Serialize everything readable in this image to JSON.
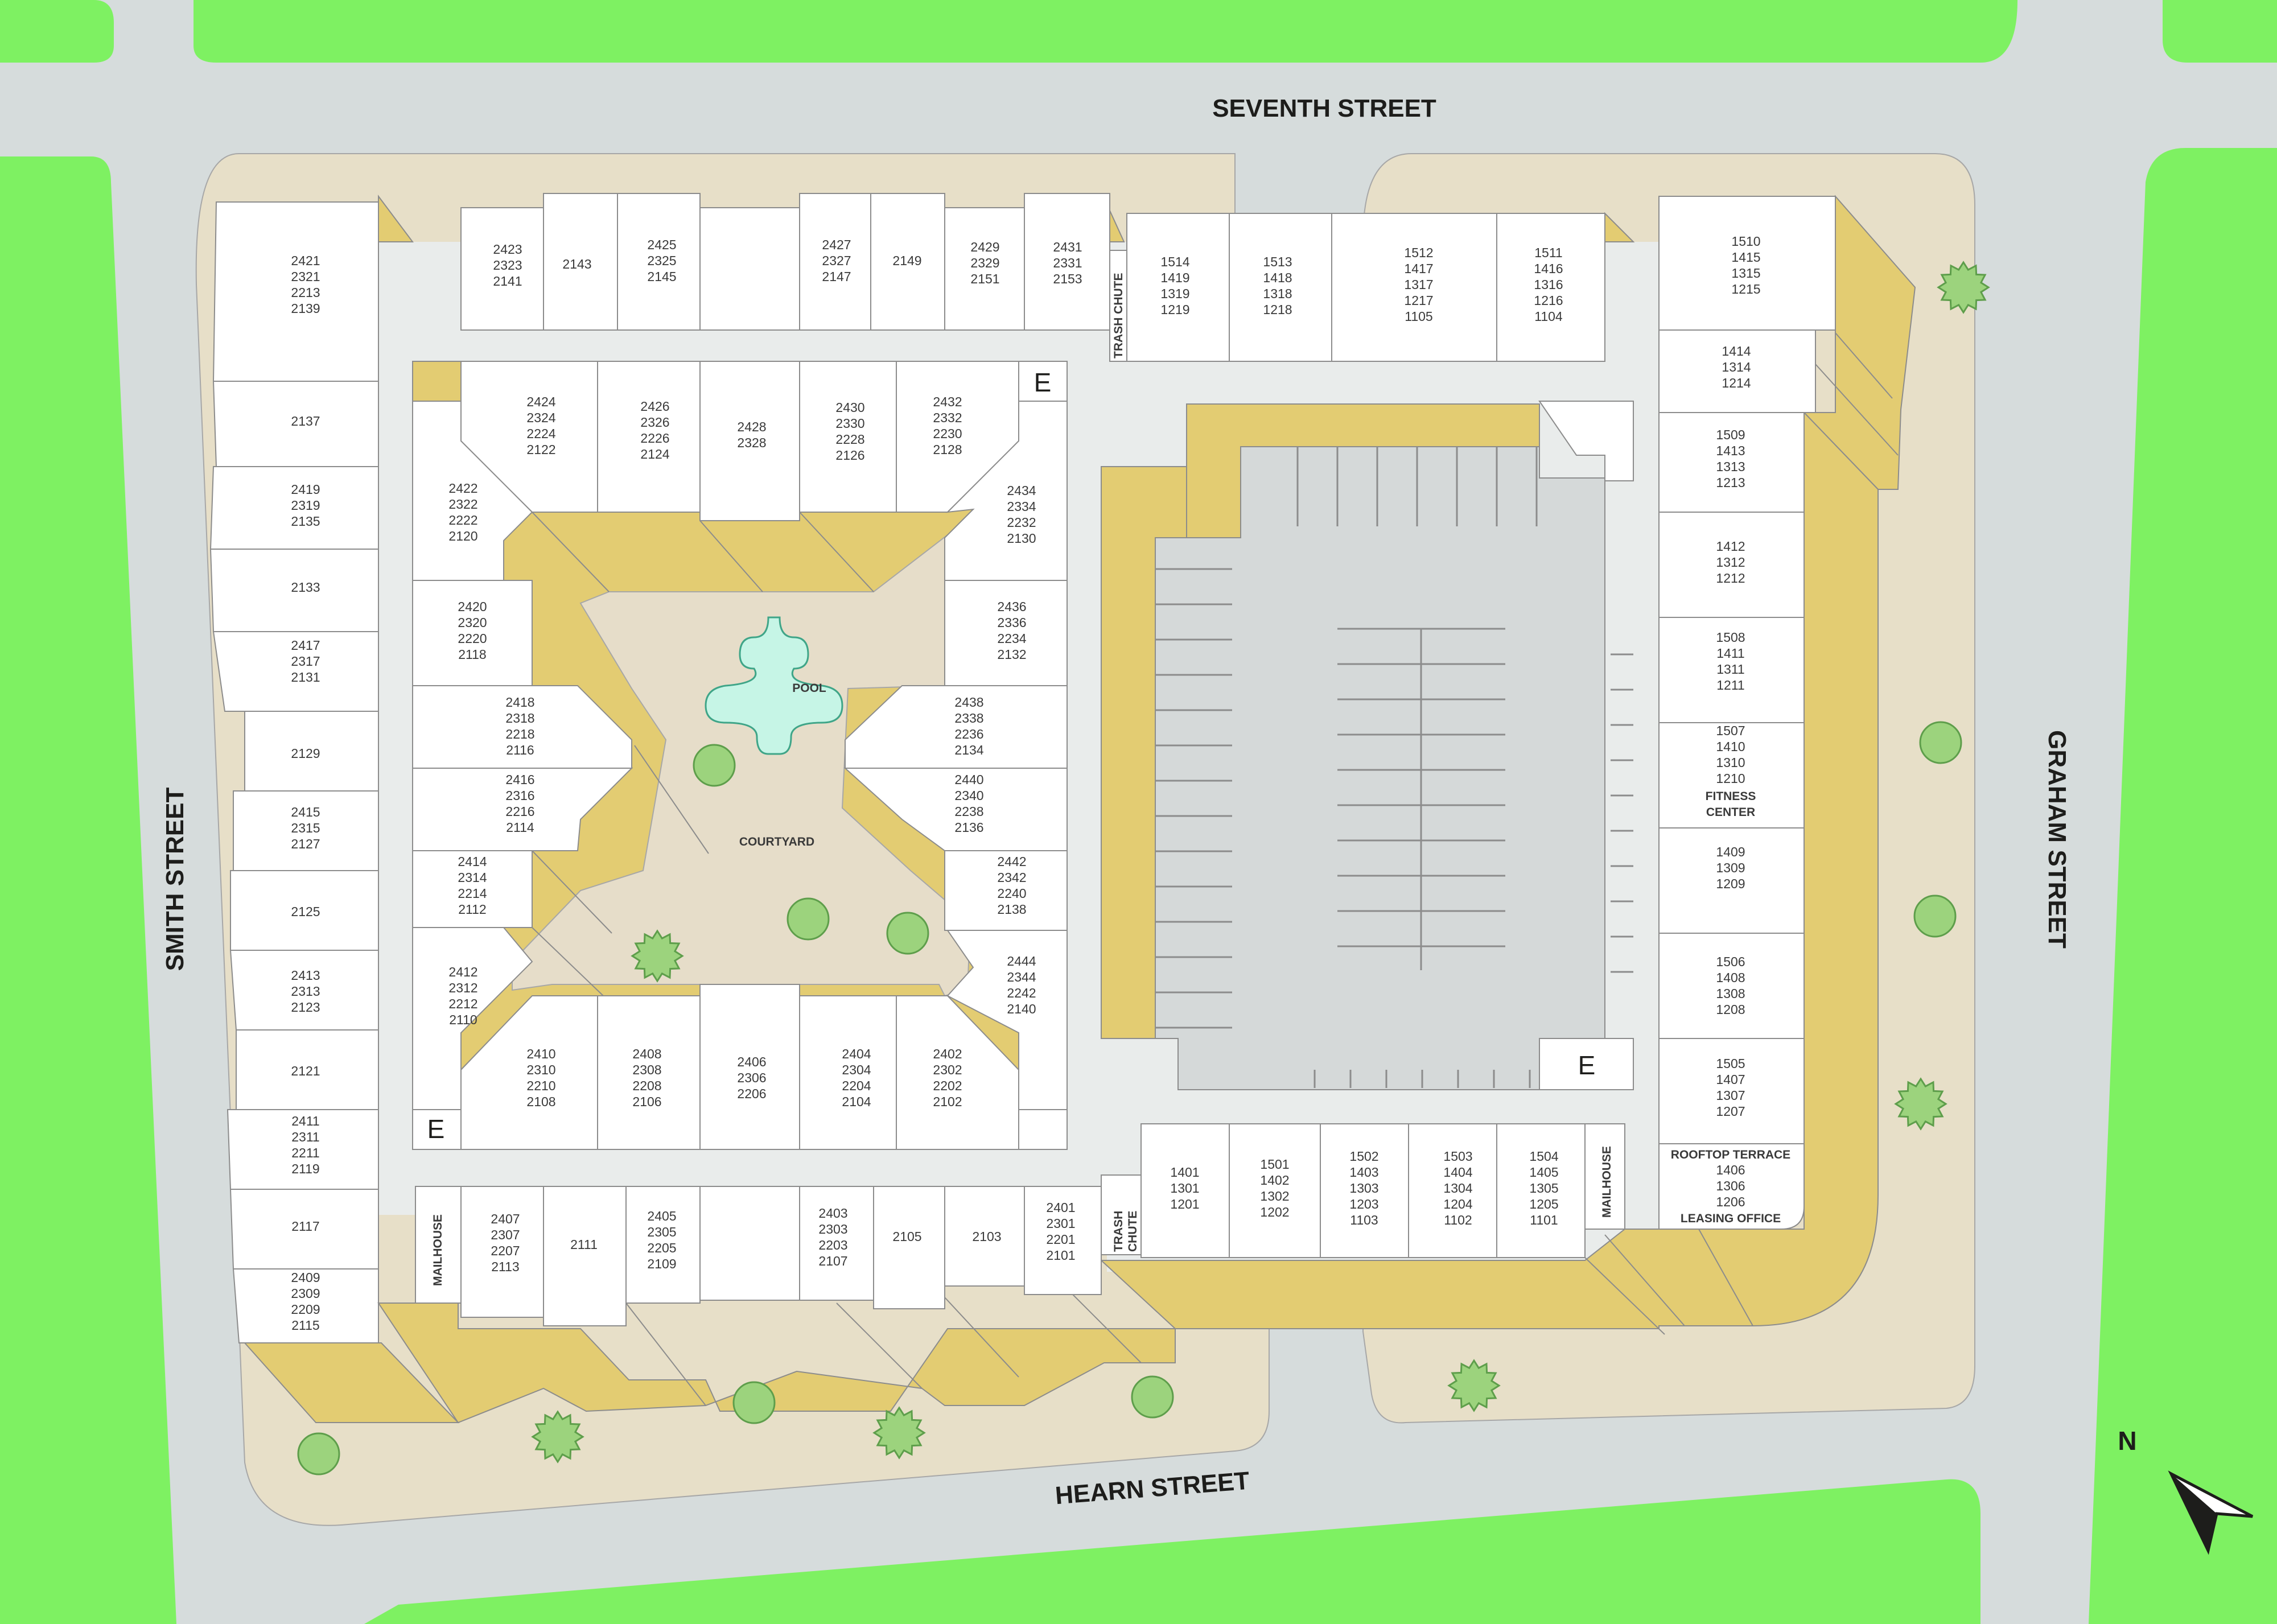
{
  "streets": {
    "seventh": "SEVENTH STREET",
    "smith": "SMITH STREET",
    "graham": "GRAHAM STREET",
    "hearn": "HEARN STREET"
  },
  "labels": {
    "pool": "POOL",
    "courtyard": "COURTYARD",
    "trash_chute": "TRASH CHUTE",
    "trash_chute_short": "TRASH",
    "chute": "CHUTE",
    "mailhouse": "MAILHOUSE",
    "fitness_center_1": "FITNESS",
    "fitness_center_2": "CENTER",
    "rooftop_terrace": "ROOFTOP TERRACE",
    "leasing_office": "LEASING OFFICE",
    "elevator": "E",
    "north": "N"
  },
  "units": {
    "w_2421": "2421",
    "w_2321": "2321",
    "w_2213": "2213",
    "w_2139": "2139",
    "w_2137": "2137",
    "w_2419": "2419",
    "w_2319": "2319",
    "w_2135": "2135",
    "w_2133": "2133",
    "w_2417": "2417",
    "w_2317": "2317",
    "w_2131": "2131",
    "w_2129": "2129",
    "w_2415": "2415",
    "w_2315": "2315",
    "w_2127": "2127",
    "w_2125": "2125",
    "w_2413": "2413",
    "w_2313": "2313",
    "w_2123": "2123",
    "w_2121": "2121",
    "w_2411": "2411",
    "w_2311": "2311",
    "w_2211": "2211",
    "w_2119": "2119",
    "w_2117": "2117",
    "w_2409": "2409",
    "w_2309": "2309",
    "w_2209": "2209",
    "w_2115": "2115",
    "n_2423": "2423",
    "n_2323": "2323",
    "n_2141": "2141",
    "n_2143": "2143",
    "n_2425": "2425",
    "n_2325": "2325",
    "n_2145": "2145",
    "n_2427": "2427",
    "n_2327": "2327",
    "n_2147": "2147",
    "n_2149": "2149",
    "n_2429": "2429",
    "n_2329": "2329",
    "n_2151": "2151",
    "n_2431": "2431",
    "n_2331": "2331",
    "n_2153": "2153",
    "ne_1514": "1514",
    "ne_1419": "1419",
    "ne_1319": "1319",
    "ne_1219": "1219",
    "ne_1513": "1513",
    "ne_1418": "1418",
    "ne_1318": "1318",
    "ne_1218": "1218",
    "ne_1512": "1512",
    "ne_1417": "1417",
    "ne_1317": "1317",
    "ne_1217": "1217",
    "ne_1105": "1105",
    "ne_1511": "1511",
    "ne_1416": "1416",
    "ne_1316": "1316",
    "ne_1216": "1216",
    "ne_1104": "1104",
    "e_1510": "1510",
    "e_1415": "1415",
    "e_1315": "1315",
    "e_1215": "1215",
    "e_1414": "1414",
    "e_1314": "1314",
    "e_1214": "1214",
    "e_1509": "1509",
    "e_1413": "1413",
    "e_1313": "1313",
    "e_1213": "1213",
    "e_1412": "1412",
    "e_1312": "1312",
    "e_1212": "1212",
    "e_1508": "1508",
    "e_1411": "1411",
    "e_1311": "1311",
    "e_1211": "1211",
    "e_1507": "1507",
    "e_1410": "1410",
    "e_1310": "1310",
    "e_1210": "1210",
    "e_1409": "1409",
    "e_1309": "1309",
    "e_1209": "1209",
    "e_1506": "1506",
    "e_1408": "1408",
    "e_1308": "1308",
    "e_1208": "1208",
    "e_1505": "1505",
    "e_1407": "1407",
    "e_1307": "1307",
    "e_1207": "1207",
    "e_1406": "1406",
    "e_1306": "1306",
    "e_1206": "1206",
    "se_1401": "1401",
    "se_1301": "1301",
    "se_1201": "1201",
    "se_1501": "1501",
    "se_1402": "1402",
    "se_1302": "1302",
    "se_1202": "1202",
    "se_1502": "1502",
    "se_1403": "1403",
    "se_1303": "1303",
    "se_1203": "1203",
    "se_1103": "1103",
    "se_1503": "1503",
    "se_1404": "1404",
    "se_1304": "1304",
    "se_1204": "1204",
    "se_1102": "1102",
    "se_1504": "1504",
    "se_1405": "1405",
    "se_1305": "1305",
    "se_1205": "1205",
    "se_1101": "1101",
    "s_2407": "2407",
    "s_2307": "2307",
    "s_2207": "2207",
    "s_2113": "2113",
    "s_2111": "2111",
    "s_2405": "2405",
    "s_2305": "2305",
    "s_2205": "2205",
    "s_2109": "2109",
    "s_2403": "2403",
    "s_2303": "2303",
    "s_2203": "2203",
    "s_2107": "2107",
    "s_2105": "2105",
    "s_2103": "2103",
    "s_2401": "2401",
    "s_2301": "2301",
    "s_2201": "2201",
    "s_2101": "2101",
    "c_2424": "2424",
    "c_2324": "2324",
    "c_2224": "2224",
    "c_2122": "2122",
    "c_2426": "2426",
    "c_2326": "2326",
    "c_2226": "2226",
    "c_2124": "2124",
    "c_2428": "2428",
    "c_2328": "2328",
    "c_2430": "2430",
    "c_2330": "2330",
    "c_2228": "2228",
    "c_2126": "2126",
    "c_2432": "2432",
    "c_2332": "2332",
    "c_2230": "2230",
    "c_2128": "2128",
    "c_2422": "2422",
    "c_2322": "2322",
    "c_2222": "2222",
    "c_2120": "2120",
    "c_2434": "2434",
    "c_2334": "2334",
    "c_2232": "2232",
    "c_2130": "2130",
    "c_2420": "2420",
    "c_2320": "2320",
    "c_2220": "2220",
    "c_2118": "2118",
    "c_2436": "2436",
    "c_2336": "2336",
    "c_2234": "2234",
    "c_2132": "2132",
    "c_2418": "2418",
    "c_2318": "2318",
    "c_2218": "2218",
    "c_2116": "2116",
    "c_2438": "2438",
    "c_2338": "2338",
    "c_2236": "2236",
    "c_2134": "2134",
    "c_2416": "2416",
    "c_2316": "2316",
    "c_2216": "2216",
    "c_2114": "2114",
    "c_2440": "2440",
    "c_2340": "2340",
    "c_2238": "2238",
    "c_2136": "2136",
    "c_2414": "2414",
    "c_2314": "2314",
    "c_2214": "2214",
    "c_2112": "2112",
    "c_2442": "2442",
    "c_2342": "2342",
    "c_2240": "2240",
    "c_2138": "2138",
    "c_2412": "2412",
    "c_2312": "2312",
    "c_2212": "2212",
    "c_2110": "2110",
    "c_2444": "2444",
    "c_2344": "2344",
    "c_2242": "2242",
    "c_2140": "2140",
    "c_2410": "2410",
    "c_2310": "2310",
    "c_2210": "2210",
    "c_2108": "2108",
    "c_2408": "2408",
    "c_2308": "2308",
    "c_2208": "2208",
    "c_2106": "2106",
    "c_2406": "2406",
    "c_2306": "2306",
    "c_2206": "2206",
    "c_2404": "2404",
    "c_2304": "2304",
    "c_2204": "2204",
    "c_2104": "2104",
    "c_2402": "2402",
    "c_2302": "2302",
    "c_2202": "2202",
    "c_2102": "2102"
  },
  "colors": {
    "grass": "#7ef162",
    "road": "#d6dcdc",
    "sidewalk": "#e7dfc8",
    "roof": "#e3cc72",
    "building": "#ffffff",
    "pool": "#c6f5e6",
    "tree": "#9cd37d"
  },
  "icons": {
    "north_arrow": "north-arrow-icon",
    "tree": "tree-icon"
  }
}
